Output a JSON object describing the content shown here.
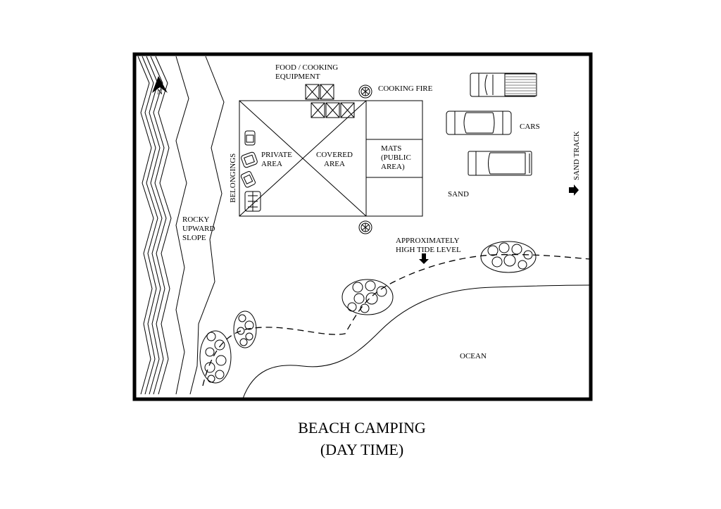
{
  "title": {
    "line1": "BEACH CAMPING",
    "line2": "(DAY TIME)"
  },
  "north_label": "N",
  "labels": {
    "food_1": "FOOD / COOKING",
    "food_2": "EQUIPMENT",
    "cooking_fire": "COOKING FIRE",
    "cars": "CARS",
    "sand": "SAND",
    "sand_track": "SAND TRACK",
    "belongings": "BELONGINGS",
    "private_1": "PRIVATE",
    "private_2": "AREA",
    "covered_1": "COVERED",
    "covered_2": "AREA",
    "mats_1": "MATS",
    "mats_2": "(PUBLIC",
    "mats_3": "AREA)",
    "rocky_1": "ROCKY",
    "rocky_2": "UPWARD",
    "rocky_3": "SLOPE",
    "tide_1": "APPROXIMATELY",
    "tide_2": "HIGH TIDE LEVEL",
    "ocean": "OCEAN"
  }
}
